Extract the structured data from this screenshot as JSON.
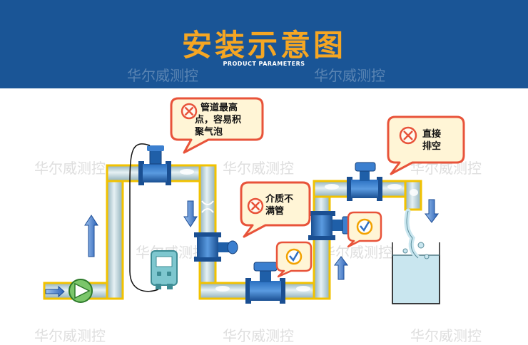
{
  "header": {
    "title": "安装示意图",
    "subtitle": "PRODUCT PARAMETERS"
  },
  "watermark": "华尔威测控",
  "callouts": [
    {
      "id": "highest-point",
      "status": "wrong",
      "lines": [
        "管道最高",
        "点，容易积",
        "聚气泡"
      ]
    },
    {
      "id": "partially-filled",
      "status": "wrong",
      "lines": [
        "介质不",
        "满管"
      ]
    },
    {
      "id": "direct-discharge",
      "status": "wrong",
      "lines": [
        "直接",
        "排空"
      ]
    },
    {
      "id": "correct-low",
      "status": "correct",
      "lines": []
    },
    {
      "id": "correct-vertical",
      "status": "correct",
      "lines": []
    }
  ],
  "colors": {
    "banner": "#1a5596",
    "title": "#f5a623",
    "pipe": "#b8d0d8",
    "pipe_outline": "#f2c200",
    "meter": "#1f5fa8",
    "callout_border": "#e8533a",
    "callout_fill": "#fff5d6",
    "arrow": "#2f6fc4",
    "tank_water": "#c9e6ef"
  }
}
